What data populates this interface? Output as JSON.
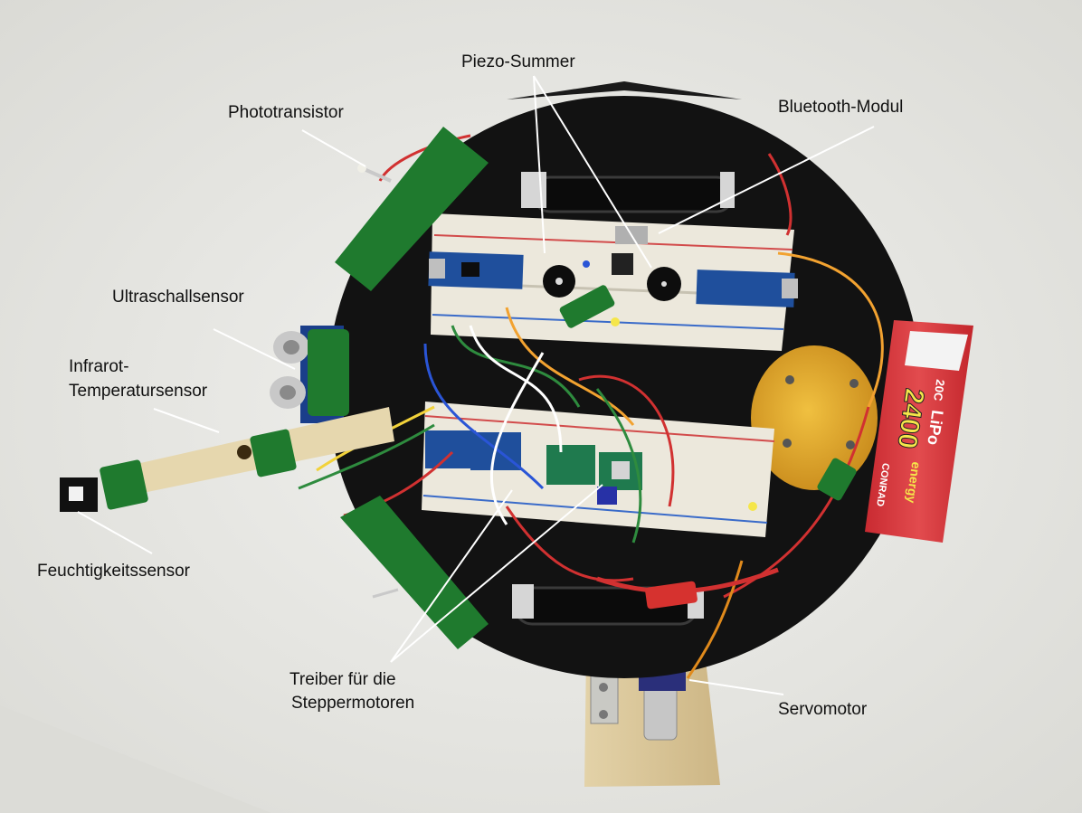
{
  "labels": {
    "piezo": "Piezo-Summer",
    "bluetooth": "Bluetooth-Modul",
    "phototransistor": "Phototransistor",
    "ultrasonic": "Ultraschallsensor",
    "infrared_line1": "Infrarot-",
    "infrared_line2": "Temperatursensor",
    "humidity": "Feuchtigkeitssensor",
    "driver_line1": "Treiber für die",
    "driver_line2": "Steppermotoren",
    "servo": "Servomotor"
  },
  "battery": {
    "capacity": "2400",
    "type": "LiPo",
    "rating": "20C",
    "brand": "energy",
    "maker": "CONRAD"
  },
  "colors": {
    "background": "#e9e9e6",
    "chassis": "#111111",
    "breadboard": "#ece8dc",
    "arduino": "#1f4f9c",
    "green_tape": "#1f7a2e",
    "battery": "#d9363a",
    "wood": "#d8c59a",
    "annotation_line": "#ffffff"
  }
}
